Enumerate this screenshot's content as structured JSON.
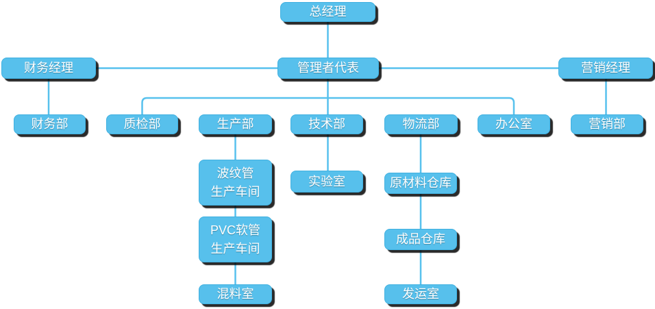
{
  "diagram": {
    "type": "org-chart",
    "colors": {
      "background": "#ffffff",
      "node_fill": "#57C0EC",
      "node_border": "#3FB0E0",
      "node_text": "#ffffff",
      "connector": "#57C1ED",
      "shadow": "#0a0a0a"
    },
    "nodes": {
      "general_manager": {
        "label": "总经理"
      },
      "finance_manager": {
        "label": "财务经理"
      },
      "management_rep": {
        "label": "管理者代表"
      },
      "marketing_manager": {
        "label": "营销经理"
      },
      "finance_dept": {
        "label": "财务部"
      },
      "quality_dept": {
        "label": "质检部"
      },
      "production_dept": {
        "label": "生产部"
      },
      "technology_dept": {
        "label": "技术部"
      },
      "logistics_dept": {
        "label": "物流部"
      },
      "office": {
        "label": "办公室"
      },
      "marketing_dept": {
        "label": "营销部"
      },
      "corrugated_workshop": {
        "line1": "波纹管",
        "line2": "生产车间"
      },
      "pvc_workshop": {
        "line1": "PVC软管",
        "line2": "生产车间"
      },
      "mixing_room": {
        "label": "混料室"
      },
      "laboratory": {
        "label": "实验室"
      },
      "raw_warehouse": {
        "label": "原材料仓库"
      },
      "finished_warehouse": {
        "label": "成品仓库"
      },
      "shipping_room": {
        "label": "发运室"
      }
    },
    "edges": [
      {
        "from": "总经理",
        "to": "管理者代表"
      },
      {
        "from": "管理者代表",
        "to": "财务经理"
      },
      {
        "from": "管理者代表",
        "to": "营销经理"
      },
      {
        "from": "财务经理",
        "to": "财务部"
      },
      {
        "from": "营销经理",
        "to": "营销部"
      },
      {
        "from": "管理者代表",
        "to": "质检部"
      },
      {
        "from": "管理者代表",
        "to": "技术部"
      },
      {
        "from": "管理者代表",
        "to": "办公室"
      },
      {
        "from": "生产部",
        "to": "波纹管生产车间"
      },
      {
        "from": "波纹管生产车间",
        "to": "PVC软管生产车间"
      },
      {
        "from": "PVC软管生产车间",
        "to": "混料室"
      },
      {
        "from": "技术部",
        "to": "实验室"
      },
      {
        "from": "物流部",
        "to": "原材料仓库"
      },
      {
        "from": "原材料仓库",
        "to": "成品仓库"
      },
      {
        "from": "成品仓库",
        "to": "发运室"
      }
    ]
  }
}
